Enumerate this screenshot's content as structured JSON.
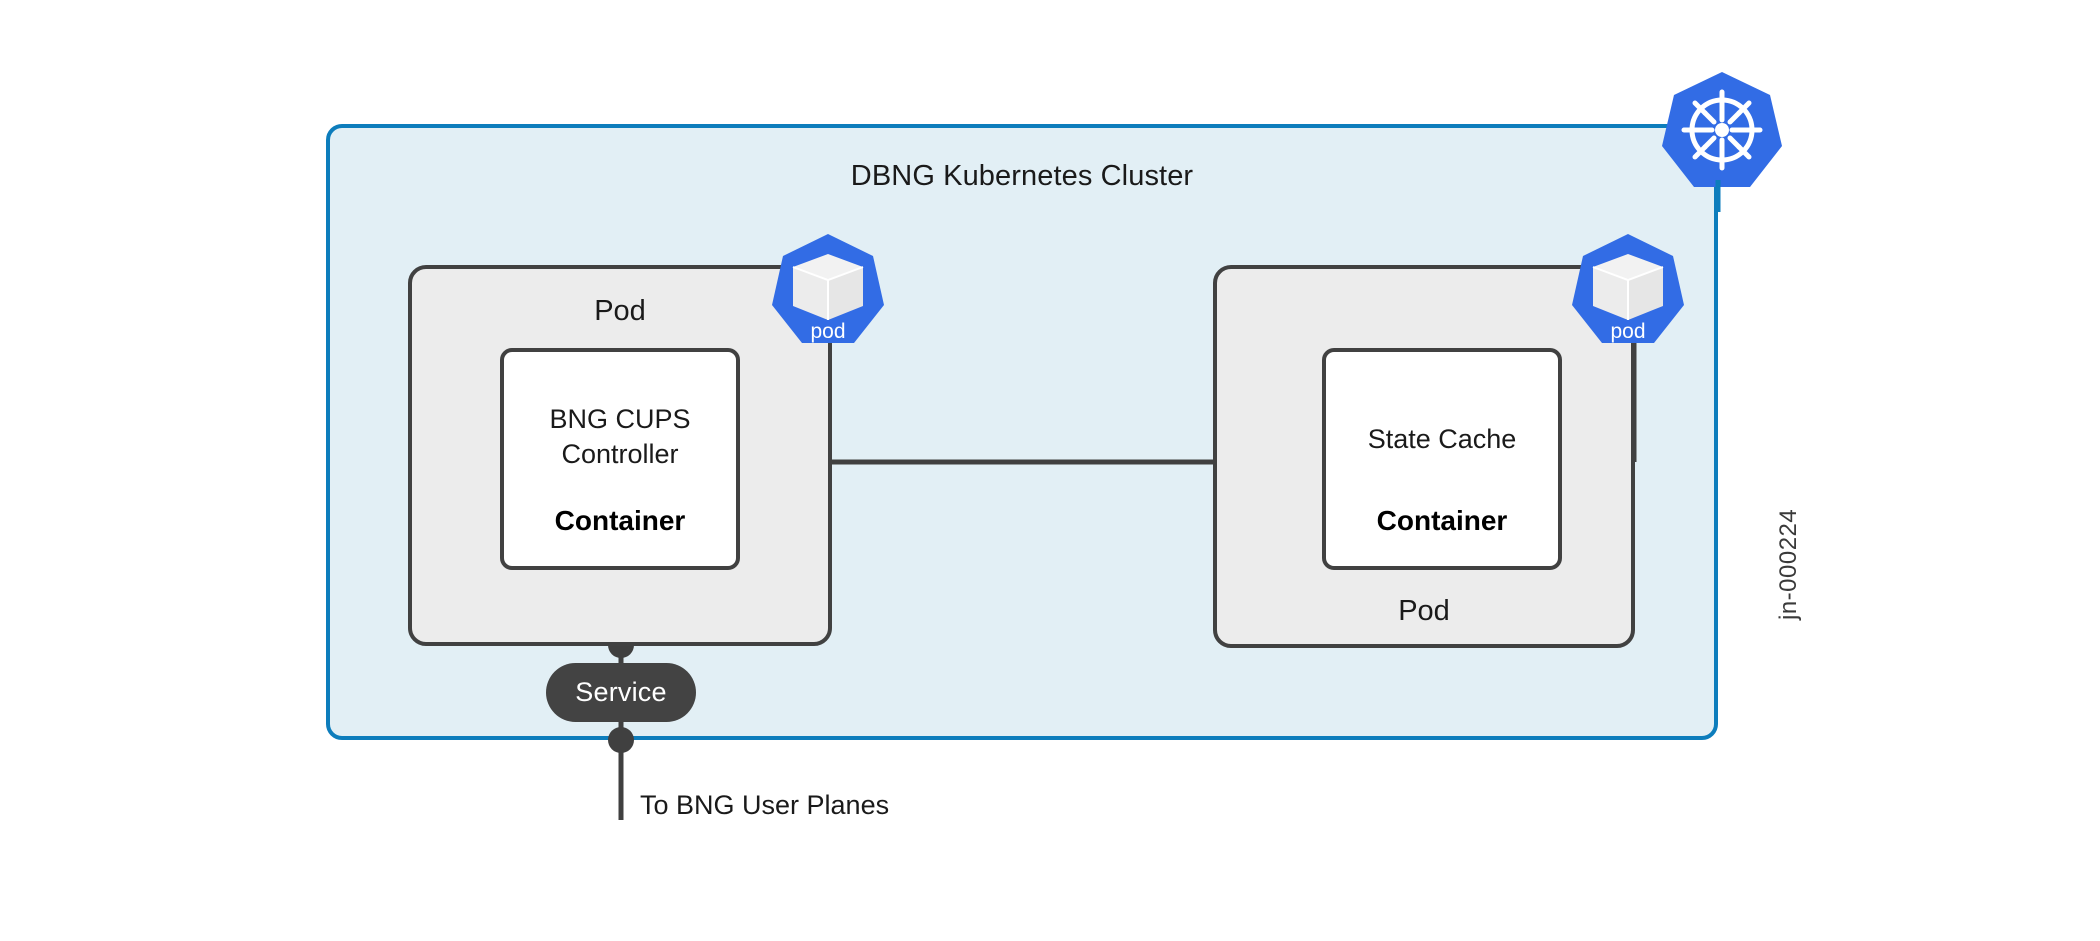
{
  "diagram": {
    "title": "DBNG Kubernetes Cluster",
    "watermark": "jn-000224",
    "bottom_caption": "To BNG User Planes",
    "service_label": "Service",
    "colors": {
      "cluster_border": "#0d7dbc",
      "cluster_fill": "#e2eff5",
      "pod_fill": "#ececec",
      "pod_border": "#414141",
      "container_fill": "#ffffff",
      "kubernetes_blue": "#326ce5",
      "service_pill": "#434343",
      "line": "#404040"
    }
  },
  "cluster": {
    "label": "DBNG Kubernetes Cluster",
    "logo_icon": "kubernetes-helm-icon"
  },
  "pods": [
    {
      "id": "pod-left",
      "label": "Pod",
      "icon": "pod-icon",
      "icon_label": "pod",
      "container": {
        "title": "BNG CUPS Controller",
        "title_line1": "BNG CUPS",
        "title_line2": "Controller",
        "kind": "Container"
      }
    },
    {
      "id": "pod-right",
      "label": "Pod",
      "icon": "pod-icon",
      "icon_label": "pod",
      "container": {
        "title": "State Cache",
        "title_line1": "State Cache",
        "title_line2": "",
        "kind": "Container"
      }
    }
  ],
  "connections": {
    "containers_link": {
      "from": "BNG CUPS Controller",
      "to": "State Cache",
      "style": "bidirectional-arrow"
    },
    "service_link": {
      "from": "BNG CUPS Controller",
      "through": "Service",
      "to": "To BNG User Planes"
    }
  }
}
